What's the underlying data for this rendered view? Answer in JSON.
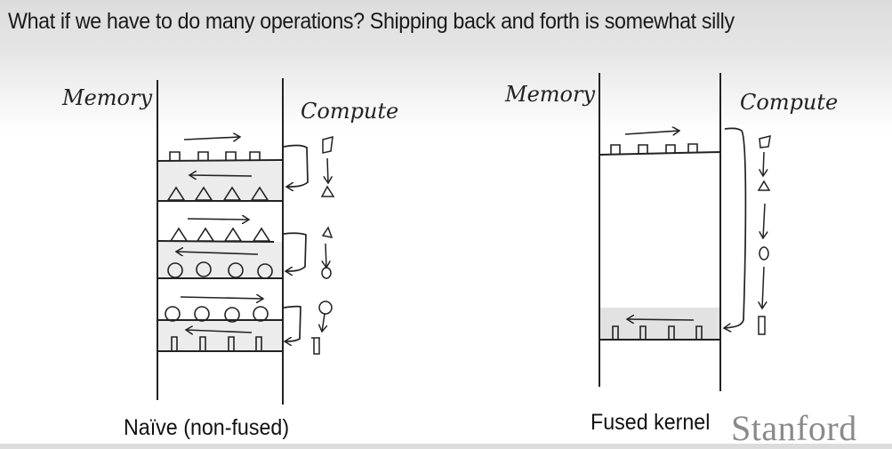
{
  "slide": {
    "title": "What if we have to do many operations? Shipping back and forth is somewhat silly",
    "watermark": "Stanford"
  },
  "diagrams": [
    {
      "id": "naive",
      "caption": "Naïve (non-fused)",
      "memory_label": "Memory",
      "compute_label": "Compute",
      "stages": [
        {
          "direction": "to-compute",
          "shape": "square"
        },
        {
          "direction": "to-memory",
          "shape": "triangle"
        },
        {
          "direction": "to-compute",
          "shape": "triangle"
        },
        {
          "direction": "to-memory",
          "shape": "circle"
        },
        {
          "direction": "to-compute",
          "shape": "circle"
        },
        {
          "direction": "to-memory",
          "shape": "rectangle"
        }
      ],
      "compute_ops": [
        {
          "from": "square",
          "to": "triangle"
        },
        {
          "from": "triangle",
          "to": "circle"
        },
        {
          "from": "circle",
          "to": "rectangle"
        }
      ]
    },
    {
      "id": "fused",
      "caption": "Fused kernel",
      "memory_label": "Memory",
      "compute_label": "Compute",
      "stages": [
        {
          "direction": "to-compute",
          "shape": "square"
        },
        {
          "direction": "to-memory",
          "shape": "rectangle"
        }
      ],
      "compute_chain": [
        "square",
        "triangle",
        "circle",
        "rectangle"
      ]
    }
  ],
  "colors": {
    "ink": "#222222",
    "highlight": "#e4e4e4"
  }
}
